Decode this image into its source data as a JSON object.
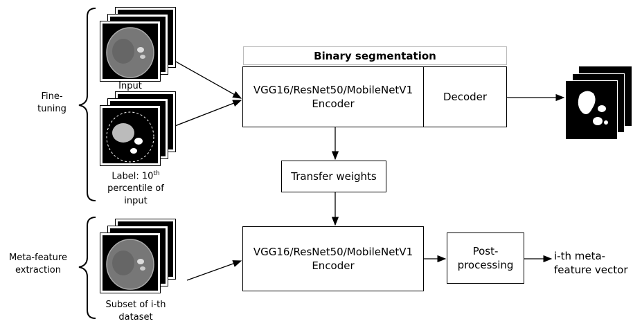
{
  "groups": {
    "finetune": "Fine-\ntuning",
    "meta": "Meta-feature\nextraction"
  },
  "images": {
    "input": "Input",
    "label_prefix": "Label: 10",
    "label_sup": "th",
    "label_suffix": "percentile of\ninput",
    "subset": "Subset of i-th\ndataset"
  },
  "blocks": {
    "binary_title": "Binary segmentation",
    "encoder_top": "VGG16/ResNet50/MobileNetV1\nEncoder",
    "decoder": "Decoder",
    "transfer": "Transfer weights",
    "encoder_bottom": "VGG16/ResNet50/MobileNetV1\nEncoder",
    "post": "Post-\nprocessing",
    "output": "i-th meta-\nfeature vector"
  }
}
